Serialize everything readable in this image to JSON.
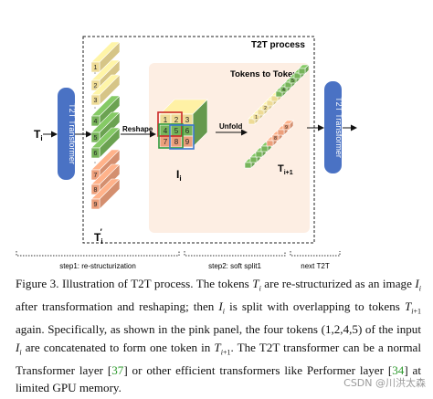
{
  "figure": {
    "input_label": "T",
    "input_sub": "i",
    "left_transformer": "T2T Transformer",
    "right_transformer": "T2T Transformer",
    "process_title": "T2T process",
    "panel_title": "Tokens to Token",
    "reshape_label": "Reshape",
    "unfold_label": "Unfold",
    "ti_prime": "T",
    "ti_prime_sub": "i",
    "ti_prime_sup": "′",
    "ii_label": "I",
    "ii_sub": "i",
    "ti1_label": "T",
    "ti1_sub": "i+1",
    "token_numbers": [
      "1",
      "2",
      "3",
      "4",
      "5",
      "6",
      "7",
      "8",
      "9"
    ],
    "unfold_tokens": [
      "1",
      "2",
      "4",
      "5"
    ],
    "unfold_tail": [
      "7",
      "8",
      "9"
    ],
    "unfold_dots": "⋮",
    "steps": [
      {
        "label": "step1: re-structurization"
      },
      {
        "label": "step2: soft split1"
      },
      {
        "label": "next T2T"
      }
    ],
    "colors": {
      "yellow": "#eedb96",
      "green": "#77b45a",
      "orange": "#ec9f7b",
      "blue_box": "#4a72c4",
      "panel": "#fdeee3",
      "red_box": "#cc2a2a",
      "green_box": "#2f9a3a",
      "window_blue": "#3b78d0"
    }
  },
  "caption": {
    "line1": "Figure 3.  Illustration of T2T process.   The tokens T",
    "text": "Figure 3. Illustration of T2T process. The tokens Ti are re-structurized as an image Ii after transformation and reshaping; then Ii is split with overlapping to tokens Ti+1 again. Specifically, as shown in the pink panel, the four tokens (1,2,4,5) of the input Ii are concatenated to form one token in Ti+1. The T2T transformer can be a normal Transformer layer [37] or other efficient transformers like Performer layer [34] at limited GPU memory.",
    "ref1": "37",
    "ref2": "34"
  },
  "watermark": "CSDN @川洪太森"
}
